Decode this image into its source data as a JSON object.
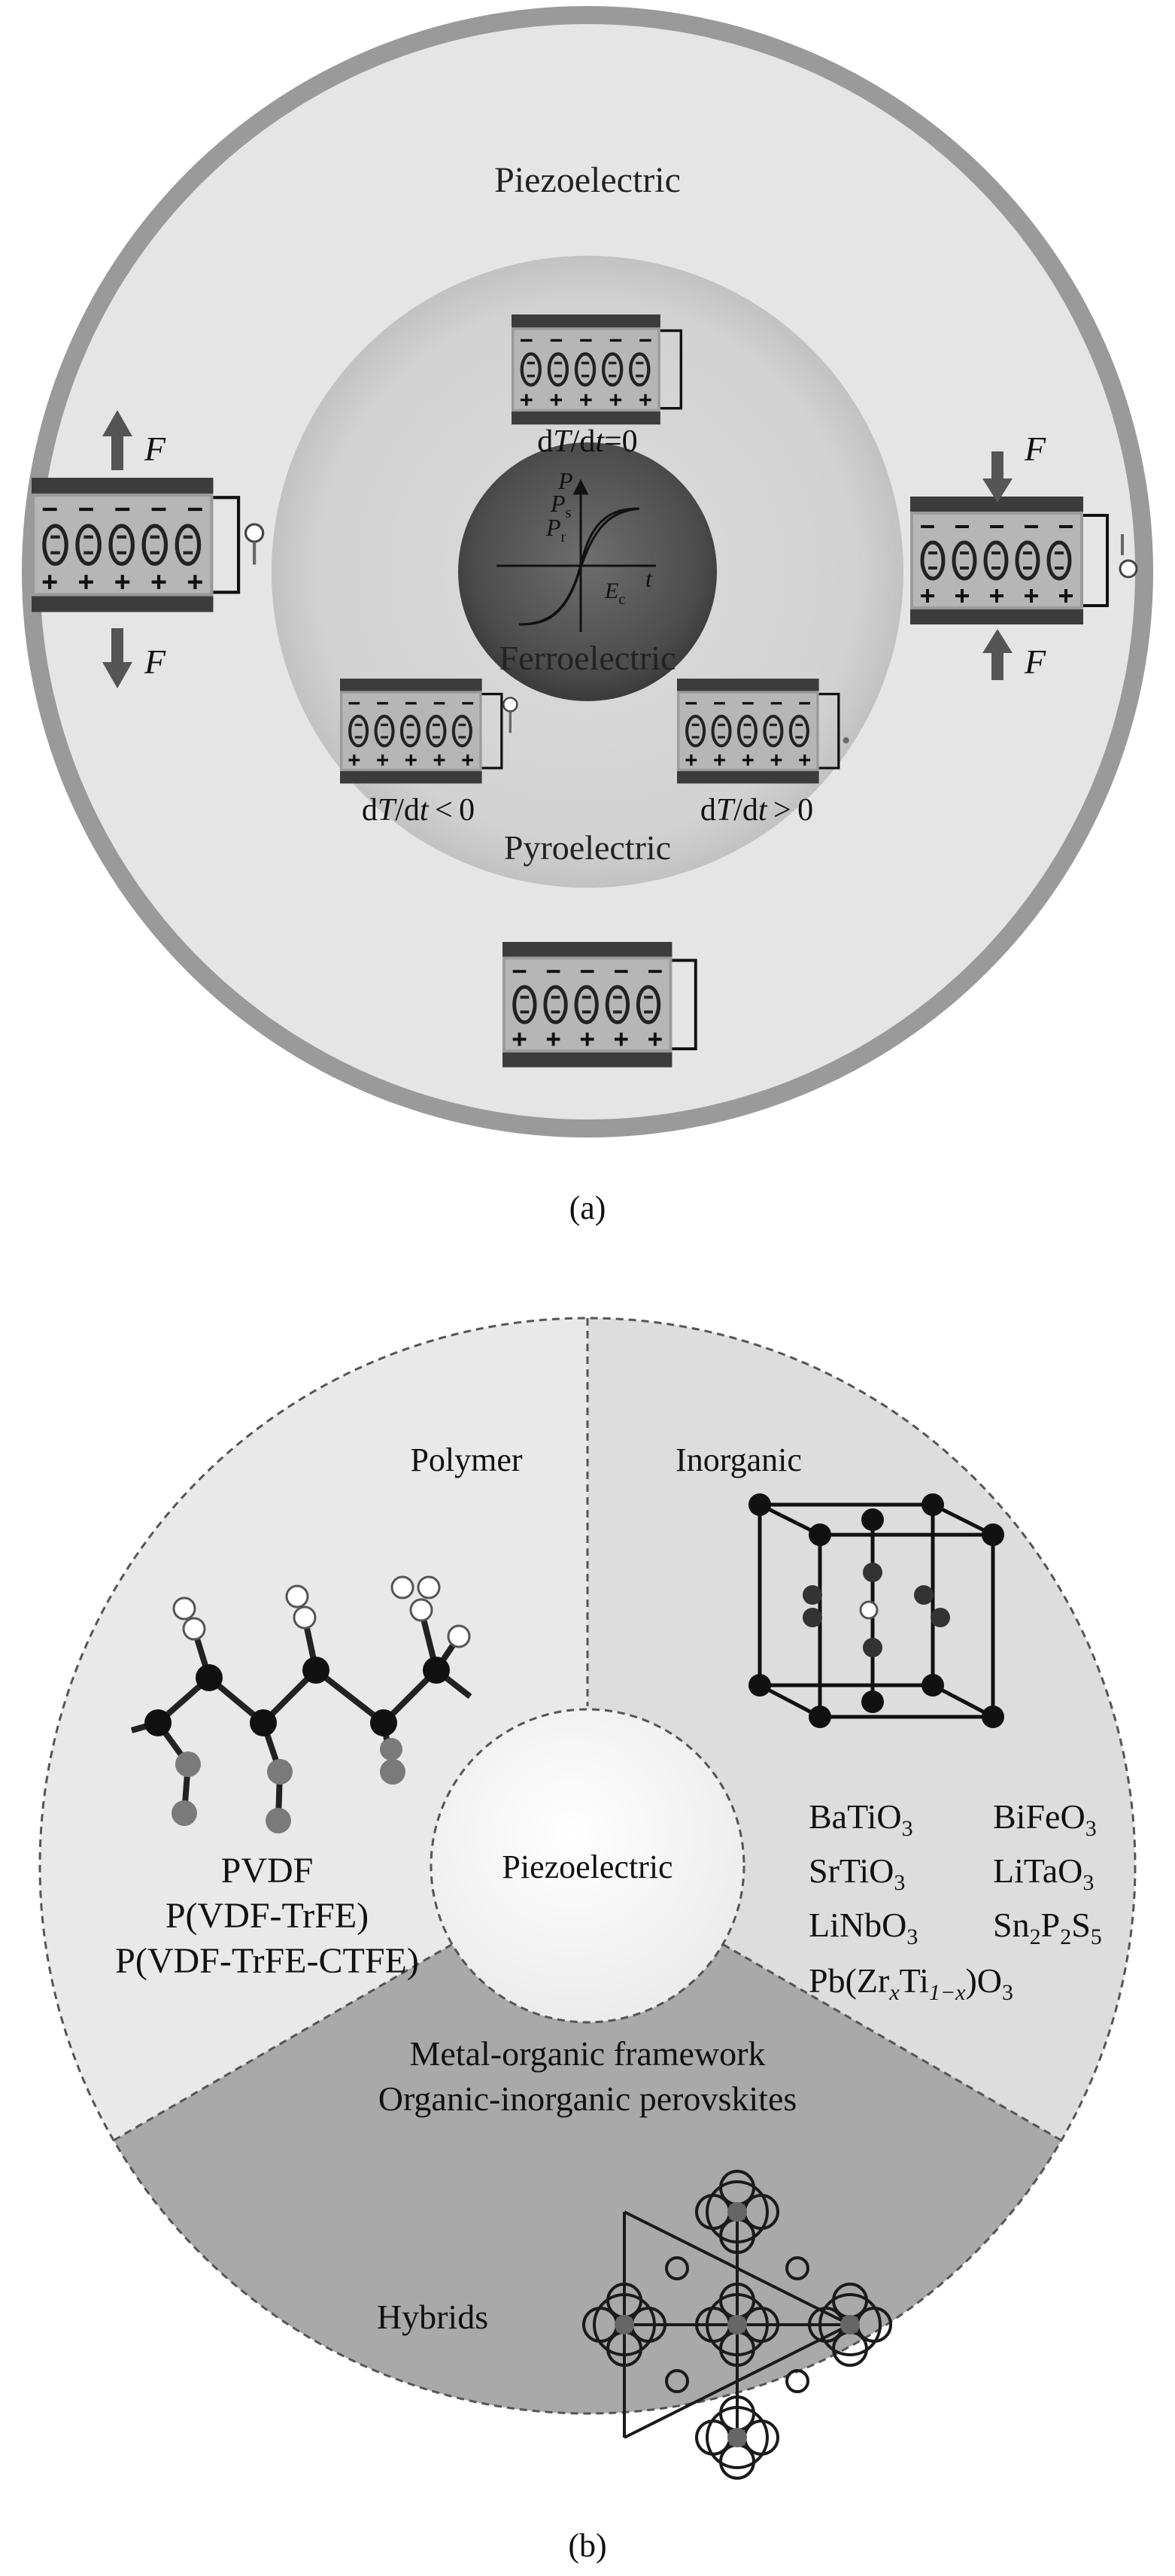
{
  "panel_a": {
    "outer_label": "Piezoelectric",
    "middle_label": "Pyroelectric",
    "inner_label": "Ferroelectric",
    "force_symbol": "F",
    "hysteresis": {
      "p": "P",
      "ps": "P",
      "ps_sub": "s",
      "pr": "P",
      "pr_sub": "r",
      "ec": "E",
      "ec_sub": "c",
      "t": "t"
    },
    "dTdt_zero": {
      "d": "d",
      "T": "T",
      "slash": "/d",
      "t": "t",
      "rest": "=0"
    },
    "dTdt_neg": {
      "d": "d",
      "T": "T",
      "slash": "/d",
      "t": "t",
      "rest": " < 0"
    },
    "dTdt_pos": {
      "d": "d",
      "T": "T",
      "slash": "/d",
      "t": "t",
      "rest": " > 0"
    },
    "plate_minus": "−",
    "plate_plus": "+",
    "caption": "(a)"
  },
  "panel_b": {
    "center_label": "Piezoelectric",
    "polymer_title": "Polymer",
    "polymer_items": [
      "PVDF",
      "P(VDF-TrFE)",
      "P(VDF-TrFE-CTFE)"
    ],
    "inorganic_title": "Inorganic",
    "inorganic": {
      "batio3": {
        "a": "BaTiO",
        "s": "3"
      },
      "bifeo3": {
        "a": "BiFeO",
        "s": "3"
      },
      "srtio3": {
        "a": "SrTiO",
        "s": "3"
      },
      "litao3": {
        "a": "LiTaO",
        "s": "3"
      },
      "linbo3": {
        "a": "LiNbO",
        "s": "3"
      },
      "sn2p2s5": {
        "a": "Sn",
        "s1": "2",
        "b": "P",
        "s2": "2",
        "c": "S",
        "s3": "5"
      },
      "pzt": {
        "a": "Pb(Zr",
        "x": "x",
        "b": "Ti",
        "sub": "1−x",
        "c": ")O",
        "s": "3"
      }
    },
    "hybrid_title": "Hybrids",
    "hybrid_items": [
      "Metal-organic framework",
      "Organic-inorganic perovskites"
    ],
    "caption": "(b)"
  },
  "colors": {
    "outer_ring": "#e6e6e6",
    "rim": "#8e8e8e",
    "middle_disc": "#d3d3d3",
    "core": "#5a5a5a",
    "hybrid_sector": "#a9a9a9",
    "polymer_sector": "#e8e8e8",
    "inorganic_sector": "#dedede"
  }
}
